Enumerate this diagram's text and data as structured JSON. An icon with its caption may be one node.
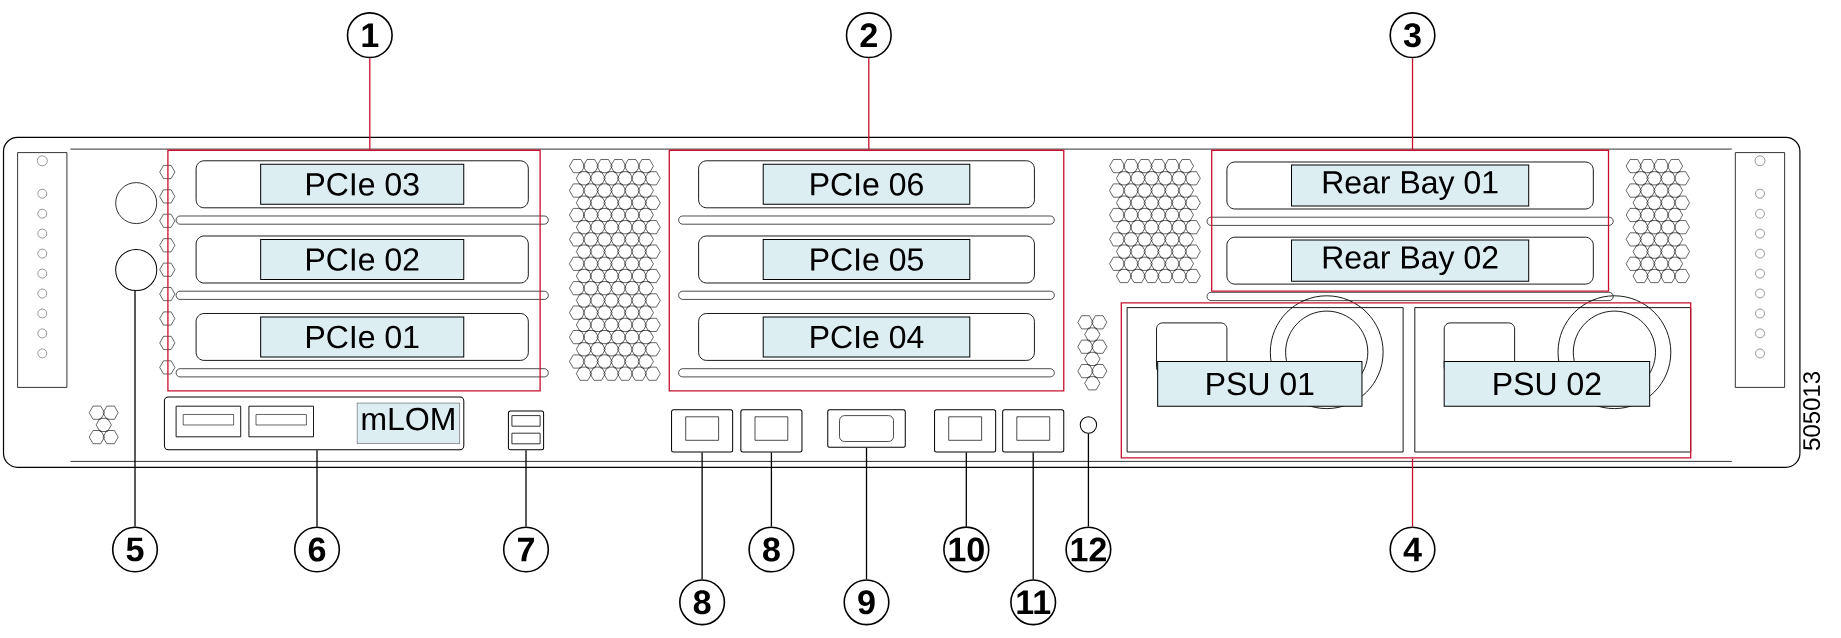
{
  "diagram": {
    "nodes": [
      {
        "text": [
          "1"
        ]
      },
      {
        "text": [
          "2"
        ]
      },
      {
        "text": [
          "3"
        ]
      },
      {
        "text": [],
        "shape": "box"
      },
      {
        "text": [
          "PCIe 03"
        ],
        "in": 3
      },
      {
        "text": [
          "PCIe 02"
        ],
        "in": 3
      },
      {
        "text": [
          "PCIe 01"
        ],
        "in": 3
      },
      {
        "text": [],
        "shape": "box"
      },
      {
        "text": [
          "PCIe 06"
        ],
        "in": 7
      },
      {
        "text": [
          "PCIe 05"
        ],
        "in": 7
      },
      {
        "text": [
          "PCIe 04"
        ],
        "in": 7
      },
      {
        "text": [],
        "shape": "box"
      },
      {
        "text": [
          "Rear Bay 01"
        ],
        "in": 11
      },
      {
        "text": [
          "Rear Bay 02"
        ],
        "in": 11
      },
      {
        "text": [],
        "shape": "box"
      },
      {
        "text": [
          "PSU 01"
        ],
        "in": 14
      },
      {
        "text": [
          "PSU 02"
        ],
        "in": 14
      },
      {
        "text": [
          "mLOM"
        ]
      },
      {
        "text": [],
        "shape": "circle"
      },
      {
        "text": [],
        "shape": "box"
      },
      {
        "text": [],
        "shape": "box"
      },
      {
        "text": [],
        "shape": "box"
      },
      {
        "text": [],
        "shape": "box"
      },
      {
        "text": [],
        "shape": "box"
      },
      {
        "text": [],
        "shape": "box"
      },
      {
        "text": [],
        "shape": "circle"
      },
      {
        "text": [
          "5"
        ]
      },
      {
        "text": [
          "6"
        ]
      },
      {
        "text": [
          "7"
        ]
      },
      {
        "text": [
          "8"
        ]
      },
      {
        "text": [
          "8"
        ]
      },
      {
        "text": [
          "9"
        ]
      },
      {
        "text": [
          "10"
        ]
      },
      {
        "text": [
          "11"
        ]
      },
      {
        "text": [
          "12"
        ]
      },
      {
        "text": [
          "4"
        ]
      }
    ],
    "edges": [
      {
        "from": 0,
        "to": 3,
        "arrow": "none",
        "color": "#c8102e"
      },
      {
        "from": 1,
        "to": 7,
        "arrow": "none",
        "color": "#c8102e"
      },
      {
        "from": 2,
        "to": 11,
        "arrow": "none",
        "color": "#c8102e"
      },
      {
        "from": 35,
        "to": 14,
        "arrow": "none",
        "color": "#c8102e"
      },
      {
        "from": 26,
        "to": 18,
        "arrow": "none"
      },
      {
        "from": 27,
        "to": 17,
        "arrow": "none"
      },
      {
        "from": 28,
        "to": 19,
        "arrow": "none"
      },
      {
        "from": 29,
        "to": 20,
        "arrow": "none"
      },
      {
        "from": 30,
        "to": 21,
        "arrow": "none"
      },
      {
        "from": 31,
        "to": 22,
        "arrow": "none"
      },
      {
        "from": 32,
        "to": 23,
        "arrow": "none"
      },
      {
        "from": 33,
        "to": 24,
        "arrow": "none"
      },
      {
        "from": 34,
        "to": 25,
        "arrow": "none"
      }
    ],
    "labels": [
      "505013"
    ]
  }
}
